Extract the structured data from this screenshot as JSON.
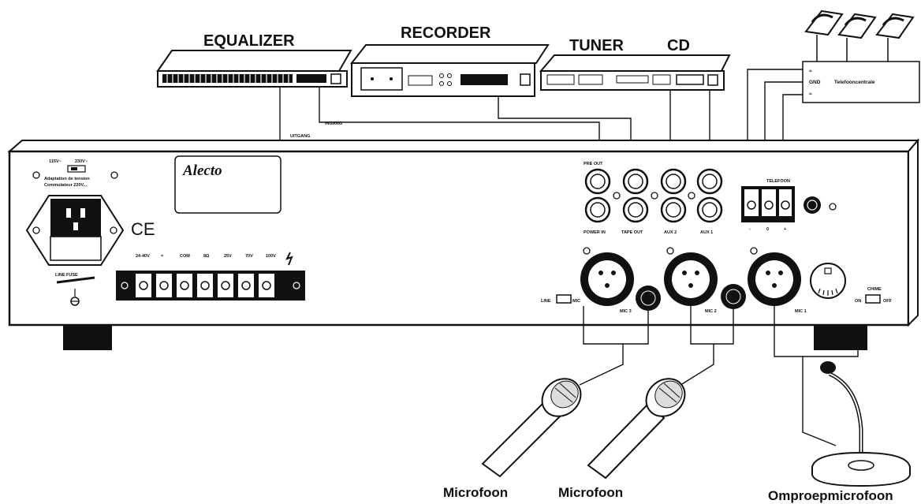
{
  "devices": {
    "equalizer": "EQUALIZER",
    "recorder": "RECORDER",
    "tuner": "TUNER",
    "cd": "CD",
    "telephone_exchange": "Telefooncentrale"
  },
  "cables": {
    "uitgang": "UITGANG",
    "ingang": "INGANG"
  },
  "amplifier": {
    "brand": "Alecto",
    "ce_mark": "CE",
    "voltage_left": "115V~",
    "voltage_right": "230V~",
    "voltage_note_1": "Adaptation de tension",
    "voltage_note_2": "Commutateur 220V...",
    "line_fuse": "LINE FUSE",
    "terminals": [
      "24-40V",
      "=",
      "COM",
      "8Ω",
      "25V",
      "70V",
      "100V"
    ],
    "inputs": {
      "pre_out": "PRE OUT",
      "power_in": "POWER IN",
      "tape_out": "TAPE OUT",
      "aux2": "AUX 2",
      "aux1": "AUX 1",
      "telephone": "TELEFOON",
      "tel_minus": "-",
      "tel_zero": "0",
      "tel_plus": "+"
    },
    "mic3": "MIC 3",
    "mic2": "MIC 2",
    "mic1": "MIC 1",
    "line_mic_line": "LINE",
    "line_mic_mic": "MIC",
    "chime": "CHIME",
    "chime_on": "ON",
    "chime_off": "OFF"
  },
  "telephone_terminals": {
    "top": "≈",
    "gnd": "GND",
    "bottom": "≈"
  },
  "captions": {
    "mic_a": "Microfoon",
    "mic_b": "Microfoon",
    "paging_mic": "Omproepmicrofoon"
  },
  "colors": {
    "ink": "#111111",
    "panel": "#ffffff"
  }
}
